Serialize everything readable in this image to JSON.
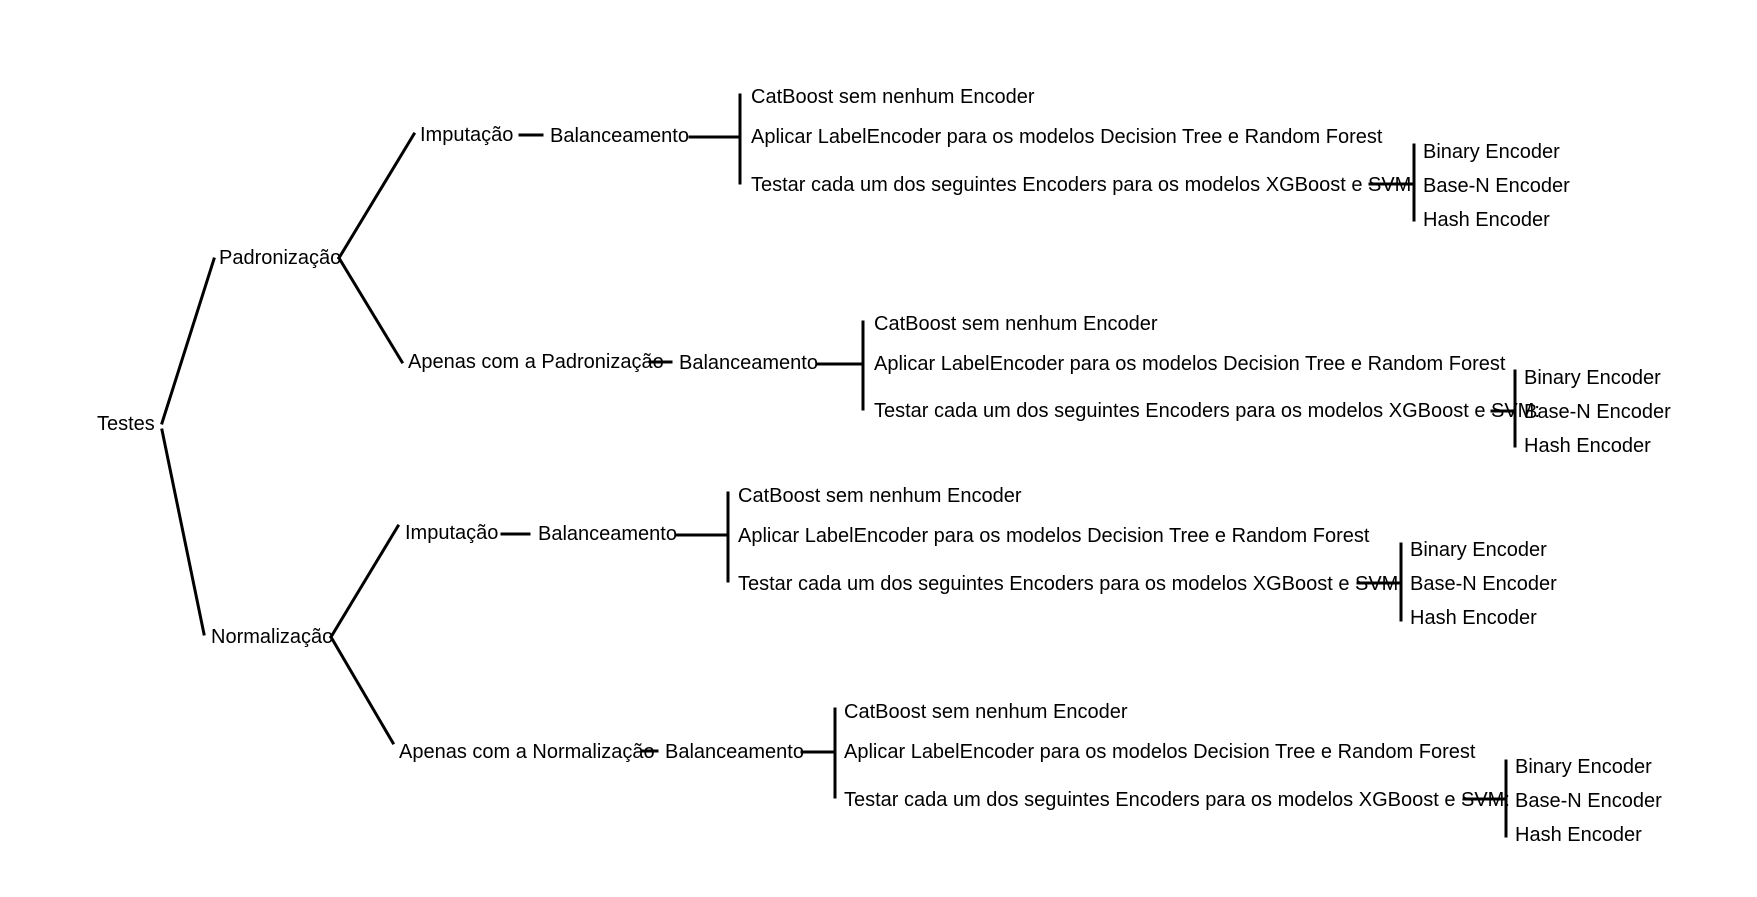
{
  "root": {
    "label": "Testes"
  },
  "branches": [
    {
      "label": "Padronização",
      "sub": [
        {
          "label": "Imputação",
          "balance": "Balanceamento",
          "options": {
            "catboost": "CatBoost sem nenhum Encoder",
            "label_encoder": "Aplicar LabelEncoder para os modelos Decision Tree e Random Forest",
            "test_encoders": "Testar cada um dos seguintes Encoders para os modelos XGBoost e SVM:"
          },
          "encoders": [
            "Binary Encoder",
            "Base-N Encoder",
            "Hash Encoder"
          ]
        },
        {
          "label": "Apenas com a Padronização",
          "balance": "Balanceamento",
          "options": {
            "catboost": "CatBoost sem nenhum Encoder",
            "label_encoder": "Aplicar LabelEncoder para os modelos Decision Tree e Random Forest",
            "test_encoders": "Testar cada um dos seguintes Encoders para os modelos XGBoost e SVM:"
          },
          "encoders": [
            "Binary Encoder",
            "Base-N Encoder",
            "Hash Encoder"
          ]
        }
      ]
    },
    {
      "label": "Normalização",
      "sub": [
        {
          "label": "Imputação",
          "balance": "Balanceamento",
          "options": {
            "catboost": "CatBoost sem nenhum Encoder",
            "label_encoder": "Aplicar LabelEncoder para os modelos Decision Tree e Random Forest",
            "test_encoders": "Testar cada um dos seguintes Encoders para os modelos XGBoost e SVM:"
          },
          "encoders": [
            "Binary Encoder",
            "Base-N Encoder",
            "Hash Encoder"
          ]
        },
        {
          "label": "Apenas com a Normalização",
          "balance": "Balanceamento",
          "options": {
            "catboost": "CatBoost sem nenhum Encoder",
            "label_encoder": "Aplicar LabelEncoder para os modelos Decision Tree e Random Forest",
            "test_encoders": "Testar cada um dos seguintes Encoders para os modelos XGBoost e SVM:"
          },
          "encoders": [
            "Binary Encoder",
            "Base-N Encoder",
            "Hash Encoder"
          ]
        }
      ]
    }
  ]
}
